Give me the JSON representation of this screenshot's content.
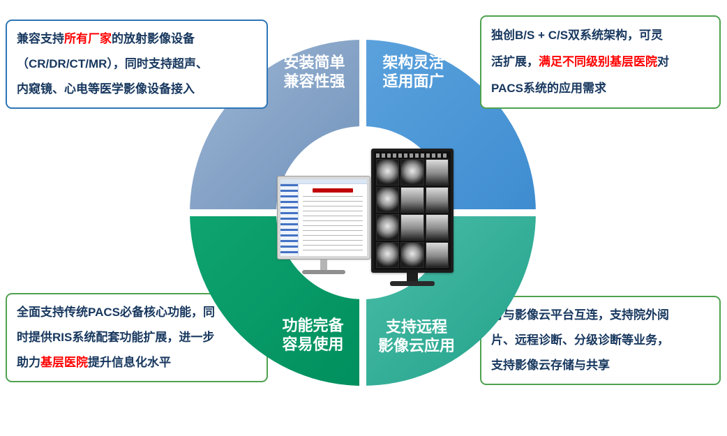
{
  "colors": {
    "navy": "#17375e",
    "red": "#ff0000",
    "blue_border": "#2e75b6",
    "green_border": "#4ea24e",
    "quad_top_left": [
      "#9cb6d4",
      "#7091ba"
    ],
    "quad_top_right": [
      "#5ba2dd",
      "#3e8cd0"
    ],
    "quad_bottom_left": [
      "#0fa470",
      "#008f5e"
    ],
    "quad_bottom_right": [
      "#4cbfa9",
      "#21a089"
    ]
  },
  "ring": {
    "labels": {
      "top_left": {
        "line1": "安装简单",
        "line2": "兼容性强"
      },
      "top_right": {
        "line1": "架构灵活",
        "line2": "适用面广"
      },
      "bottom_left": {
        "line1": "功能完备",
        "line2": "容易使用"
      },
      "bottom_right": {
        "line1": "支持远程",
        "line2": "影像云应用"
      }
    }
  },
  "callouts": {
    "top_left": {
      "segments": [
        {
          "text": "兼容支持",
          "color": "navy"
        },
        {
          "text": "所有厂家",
          "color": "red"
        },
        {
          "text": "的放射影像设备\n（CR/DR/CT/MR），同时支持超声、\n内窥镜、心电等医学影像设备接入",
          "color": "navy"
        }
      ]
    },
    "top_right": {
      "segments": [
        {
          "text": "独创B/S + C/S双系统架构，可灵\n活扩展，",
          "color": "navy"
        },
        {
          "text": "满足不同级别基层医院",
          "color": "red"
        },
        {
          "text": "对\nPACS系统的应用需求",
          "color": "navy"
        }
      ]
    },
    "bottom_left": {
      "segments": [
        {
          "text": "全面支持传统PACS必备核心功能，同\n时提供RIS系统配套功能扩展，进一步\n助力",
          "color": "navy"
        },
        {
          "text": "基层医院",
          "color": "red"
        },
        {
          "text": "提升信息化水平",
          "color": "navy"
        }
      ]
    },
    "bottom_right": {
      "segments": [
        {
          "text": "可与影像云平台互连，支持院外阅\n片、远程诊断、分级诊断等业务，\n支持影像云存储与共享",
          "color": "navy"
        }
      ]
    }
  }
}
